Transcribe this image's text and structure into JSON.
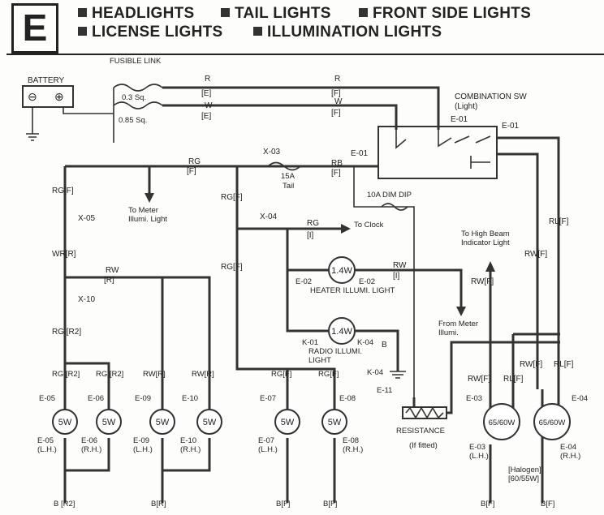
{
  "header": {
    "section_letter": "E",
    "titles": [
      "HEADLIGHTS",
      "TAIL LIGHTS",
      "FRONT SIDE LIGHTS",
      "LICENSE LIGHTS",
      "ILLUMINATION LIGHTS"
    ]
  },
  "labels": {
    "fusible_link": "FUSIBLE LINK",
    "battery": "BATTERY",
    "neg": "⊖",
    "pos": "⊕",
    "link_03": "0.3 Sq.",
    "link_085": "0.85 Sq.",
    "r": "R",
    "e_br": "[E]",
    "f_br": "[F]",
    "w": "W",
    "combination_sw": "COMBINATION SW",
    "light": "(Light)",
    "e01": "E-01",
    "rg": "RG",
    "rb": "RB",
    "x03": "X-03",
    "fuse_15a": "15A",
    "tail": "Tail",
    "fuse_10a": "10A DIM DIP",
    "rgf": "RG[F]",
    "x05": "X-05",
    "to_meter_illumi": "To Meter",
    "illumi_light": "Illumi. Light",
    "x04": "X-04",
    "rg_i": "[I]",
    "to_clock": "To Clock",
    "wrr": "WR[R]",
    "rw": "RW",
    "r_br": "[R]",
    "x10": "X-10",
    "rg_r2": "RG [R2]",
    "heater_illumi": "HEATER ILLUMI. LIGHT",
    "e02": "E-02",
    "from_meter": "From Meter",
    "illumi": "Illumi.",
    "radio_illumi": "RADIO ILLUMI.",
    "light_txt": "LIGHT",
    "k01": "K-01",
    "k04": "K-04",
    "b": "B",
    "e11": "E-11",
    "resistance": "RESISTANCE",
    "if_fitted": "(If fitted)",
    "to_high_beam": "To High Beam",
    "indicator_light": "Indicator Light",
    "rlf": "RL[F]",
    "rwf": "RW[F]",
    "rwr": "RW[R]",
    "lh": "(L.H.)",
    "rh": "(R.H.)",
    "halogen": "[Halogen]",
    "halogen_w": "[60/55W]",
    "br2": "B [R2]",
    "br": "B[R]",
    "bf": "B[F]",
    "bf2": "B[F]"
  },
  "connectors": [
    "E-05",
    "E-06",
    "E-09",
    "E-10",
    "E-07",
    "E-08",
    "E-03",
    "E-04"
  ],
  "bulbs": {
    "w5": "5W",
    "w14": "1.4W",
    "w6560": "65/60W"
  },
  "colors": {
    "ink": "#333333",
    "paper": "#fdfdfb"
  }
}
